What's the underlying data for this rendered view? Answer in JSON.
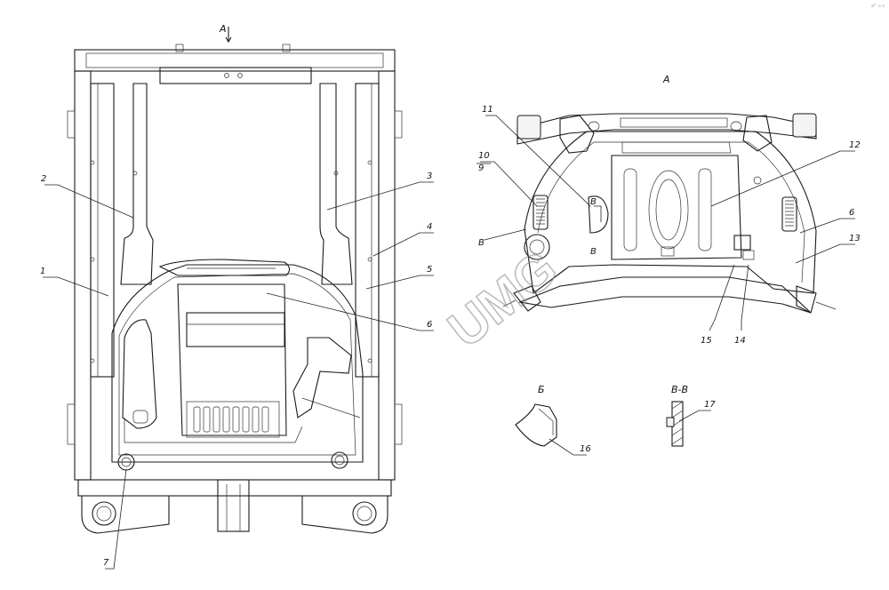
{
  "views": {
    "main_arrow": "А",
    "view_a": "А",
    "view_b": "Б",
    "view_vv": "В-В",
    "section_mark": "В",
    "b_marker": "В"
  },
  "callouts": [
    "1",
    "2",
    "3",
    "4",
    "5",
    "6",
    "7",
    "9",
    "10",
    "11",
    "12",
    "13",
    "14",
    "15",
    "16",
    "17",
    "6"
  ],
  "watermark": "UMG",
  "corner_mark": "a° ∞∞"
}
